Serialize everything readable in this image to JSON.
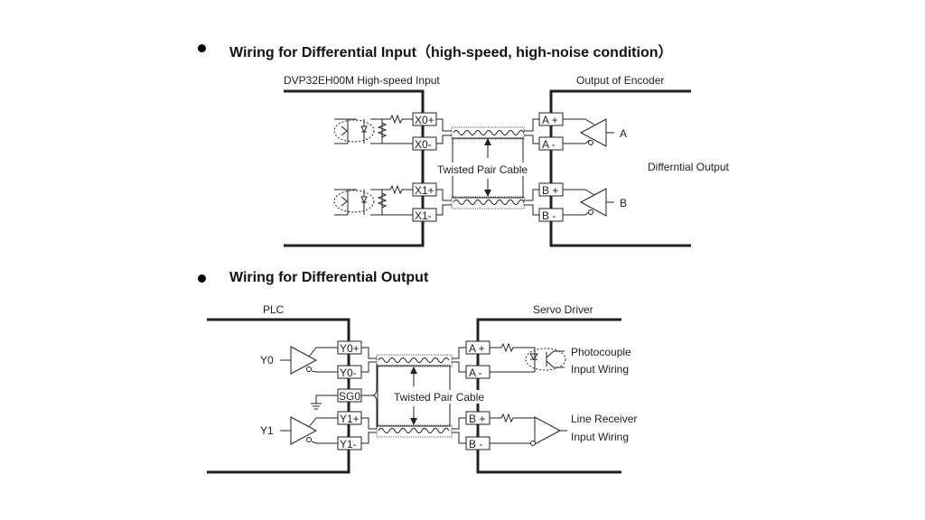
{
  "sections": [
    {
      "heading": "Wiring for Differential Input（high-speed, high-noise condition）",
      "left_device": "DVP32EH00M High-speed Input",
      "right_device": "Output of Encoder",
      "left_terminals": [
        "X0+",
        "X0-",
        "X1+",
        "X1-"
      ],
      "right_terminals": [
        "A +",
        "A -",
        "B +",
        "B -"
      ],
      "cable_label": "Twisted Pair Cable",
      "channel_labels": [
        "A",
        "B"
      ],
      "side_note": "Differntial Output"
    },
    {
      "heading": "Wiring for Differential Output",
      "left_device": "PLC",
      "right_device": "Servo Driver",
      "left_terminals": [
        "Y0+",
        "Y0-",
        "SG0",
        "Y1+",
        "Y1-"
      ],
      "right_terminals": [
        "A +",
        "A -",
        "B +",
        "B -"
      ],
      "cable_label": "Twisted Pair Cable",
      "channel_labels": [
        "Y0",
        "Y1"
      ],
      "receiver_notes": [
        {
          "line1": "Photocouple",
          "line2": "Input Wiring"
        },
        {
          "line1": "Line Receiver",
          "line2": "Input Wiring"
        }
      ]
    }
  ]
}
